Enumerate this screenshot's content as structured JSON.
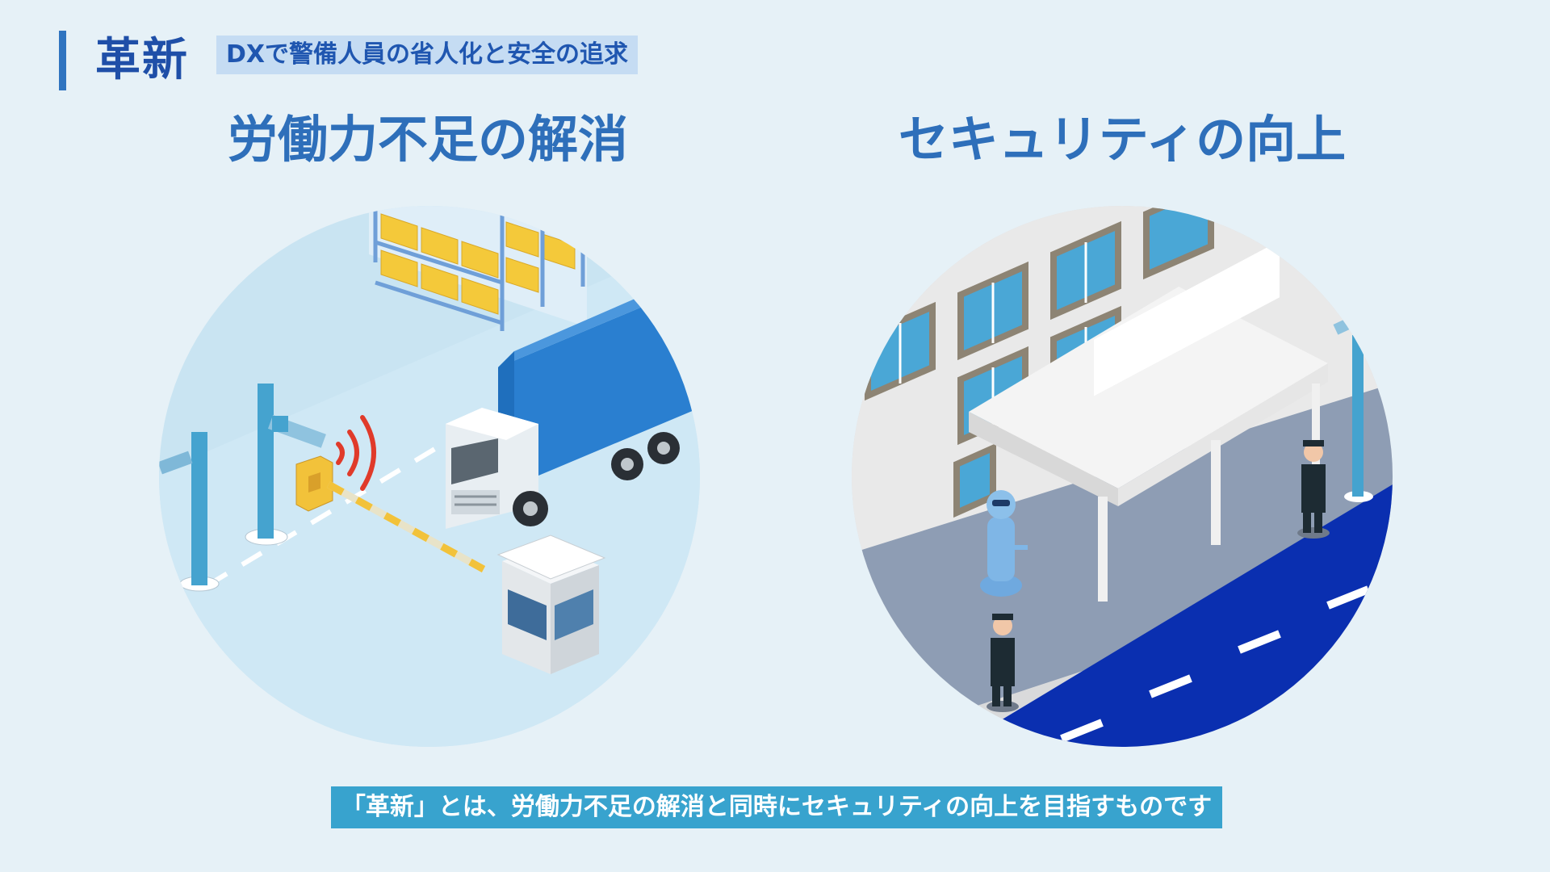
{
  "header": {
    "title": "革新",
    "tag": "DXで警備人員の省人化と安全の追求"
  },
  "panels": [
    {
      "title": "労働力不足の解消"
    },
    {
      "title": "セキュリティの向上"
    }
  ],
  "footer": {
    "caption": "「革新」とは、労働力不足の解消と同時にセキュリティの向上を目指すものです"
  },
  "colors": {
    "accent": "#2f74c0",
    "title_blue": "#2e6fba",
    "caption_bg": "#38a3ce",
    "tag_bg": "#c5dcf3",
    "road": "#0a2fb0",
    "truck_cargo": "#2a7fd0",
    "signal_red": "#e03a2a",
    "shelf_yellow": "#f4c93a"
  },
  "icons": {
    "left_scene": [
      "warehouse-shelf-icon",
      "truck-icon",
      "security-camera-icon",
      "card-reader-icon",
      "boom-barrier-icon",
      "guard-booth-icon",
      "wireless-signal-icon"
    ],
    "right_scene": [
      "building-facade-icon",
      "entrance-canopy-icon",
      "security-guard-icon",
      "guide-robot-icon",
      "road-icon",
      "camera-pole-icon"
    ]
  }
}
